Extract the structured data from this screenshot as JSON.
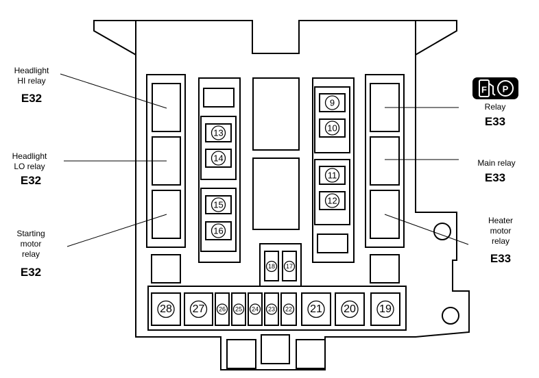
{
  "labels": {
    "headlight_hi": [
      "Headlight",
      "HI relay"
    ],
    "headlight_lo": [
      "Headlight",
      "LO relay"
    ],
    "starting_motor": [
      "Starting",
      "motor",
      "relay"
    ],
    "relay": "Relay",
    "main_relay": "Main relay",
    "heater_motor": [
      "Heater",
      "motor",
      "relay"
    ]
  },
  "codes": {
    "headlight_hi": "E32",
    "headlight_lo": "E32",
    "starting_motor": "E32",
    "relay": "E33",
    "main_relay": "E33",
    "heater_motor": "E33"
  },
  "icon": {
    "name": "fuel-pump-parking-icon",
    "letters": [
      "F",
      "P"
    ]
  },
  "fuses": {
    "f9": "9",
    "f10": "10",
    "f11": "11",
    "f12": "12",
    "f13": "13",
    "f14": "14",
    "f15": "15",
    "f16": "16",
    "f17": "17",
    "f18": "18",
    "f19": "19",
    "f20": "20",
    "f21": "21",
    "f22": "22",
    "f23": "23",
    "f24": "24",
    "f25": "25",
    "f26": "26",
    "f27": "27",
    "f28": "28"
  }
}
